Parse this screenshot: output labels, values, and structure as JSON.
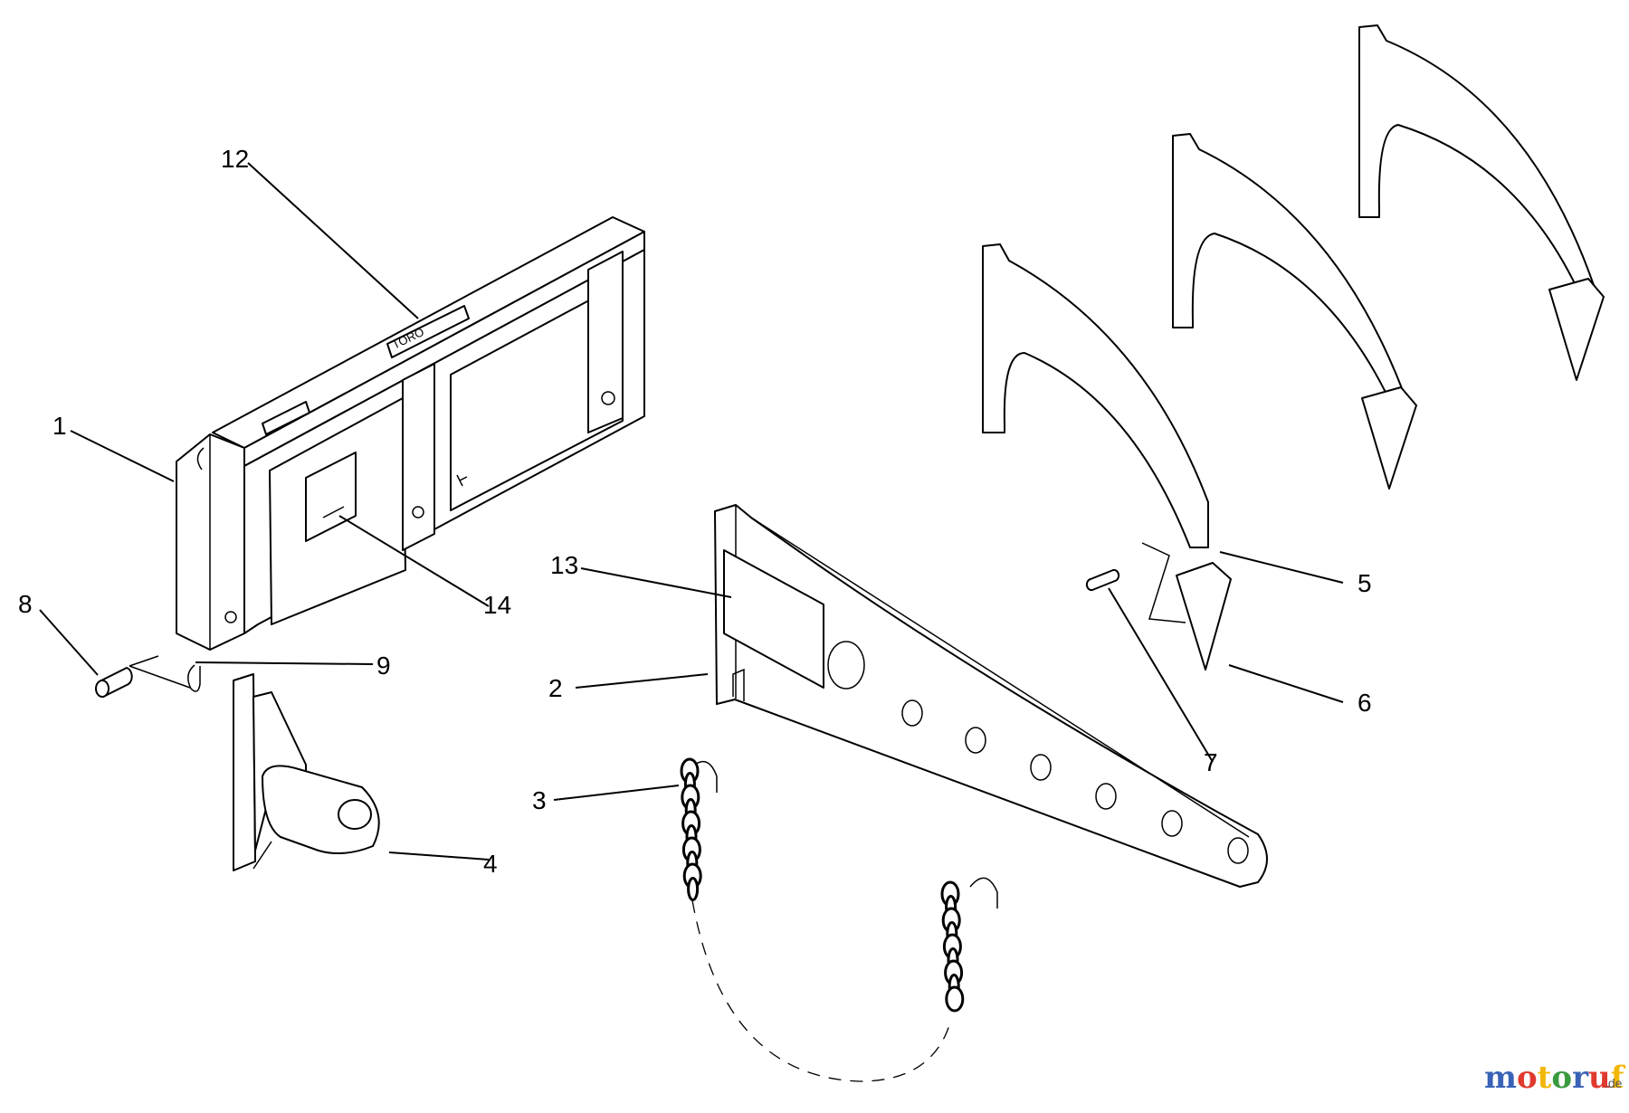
{
  "callouts": {
    "c1": "1",
    "c2": "2",
    "c3": "3",
    "c4": "4",
    "c5": "5",
    "c6": "6",
    "c7": "7",
    "c8": "8",
    "c9": "9",
    "c12": "12",
    "c13": "13",
    "c14": "14"
  },
  "watermark": {
    "brand": "motoruf",
    "suffix": ".de",
    "colors": [
      "#3a63b8",
      "#e03a2f",
      "#f2b705",
      "#3a9a3f"
    ]
  },
  "decal_text": "TORO"
}
